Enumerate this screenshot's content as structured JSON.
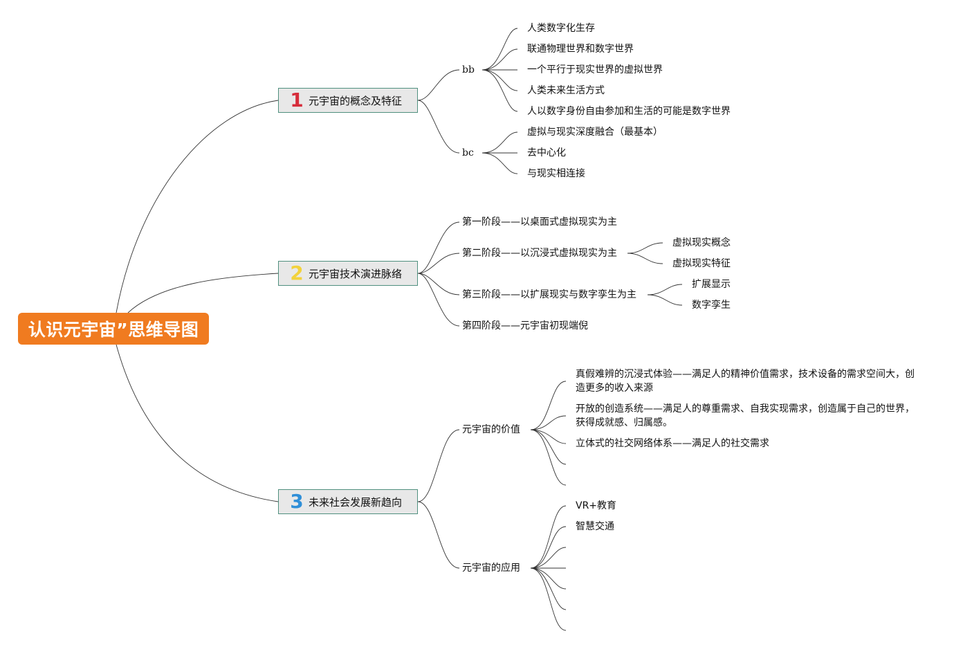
{
  "root": {
    "title": "认识元宇宙”思维导图"
  },
  "branches": [
    {
      "number": "1",
      "color": "#d62d3b",
      "label": "元宇宙的概念及特征",
      "children": [
        {
          "label": "bb",
          "items": [
            "人类数字化生存",
            "联通物理世界和数字世界",
            "一个平行于现实世界的虚拟世界",
            "人类未来生活方式",
            "人以数字身份自由参加和生活的可能是数字世界"
          ]
        },
        {
          "label": "bc",
          "items": [
            "虚拟与现实深度融合（最基本）",
            "去中心化",
            "与现实相连接"
          ]
        }
      ]
    },
    {
      "number": "2",
      "color": "#f2d23c",
      "label": "元宇宙技术演进脉络",
      "children": [
        {
          "label": "第一阶段——以桌面式虚拟现实为主",
          "items": []
        },
        {
          "label": "第二阶段——以沉浸式虚拟现实为主",
          "items": [
            "虚拟现实概念",
            "虚拟现实特征"
          ]
        },
        {
          "label": "第三阶段——以扩展现实与数字孪生为主",
          "items": [
            "扩展显示",
            "数字孪生"
          ]
        },
        {
          "label": "第四阶段——元宇宙初现端倪",
          "items": []
        }
      ]
    },
    {
      "number": "3",
      "color": "#2f8fd8",
      "label": "未来社会发展新趋向",
      "children": [
        {
          "label": "元宇宙的价值",
          "items": [
            "真假难辨的沉浸式体验——满足人的精神价值需求，技术设备的需求空间大，创造更多的收入来源",
            "开放的创造系统——满足人的尊重需求、自我实现需求，创造属于自己的世界，获得成就感、归属感。",
            "立体式的社交网络体系——满足人的社交需求",
            "",
            ""
          ]
        },
        {
          "label": "元宇宙的应用",
          "items": [
            "VR+教育",
            "智慧交通",
            "",
            "",
            "",
            "",
            ""
          ]
        }
      ]
    }
  ]
}
